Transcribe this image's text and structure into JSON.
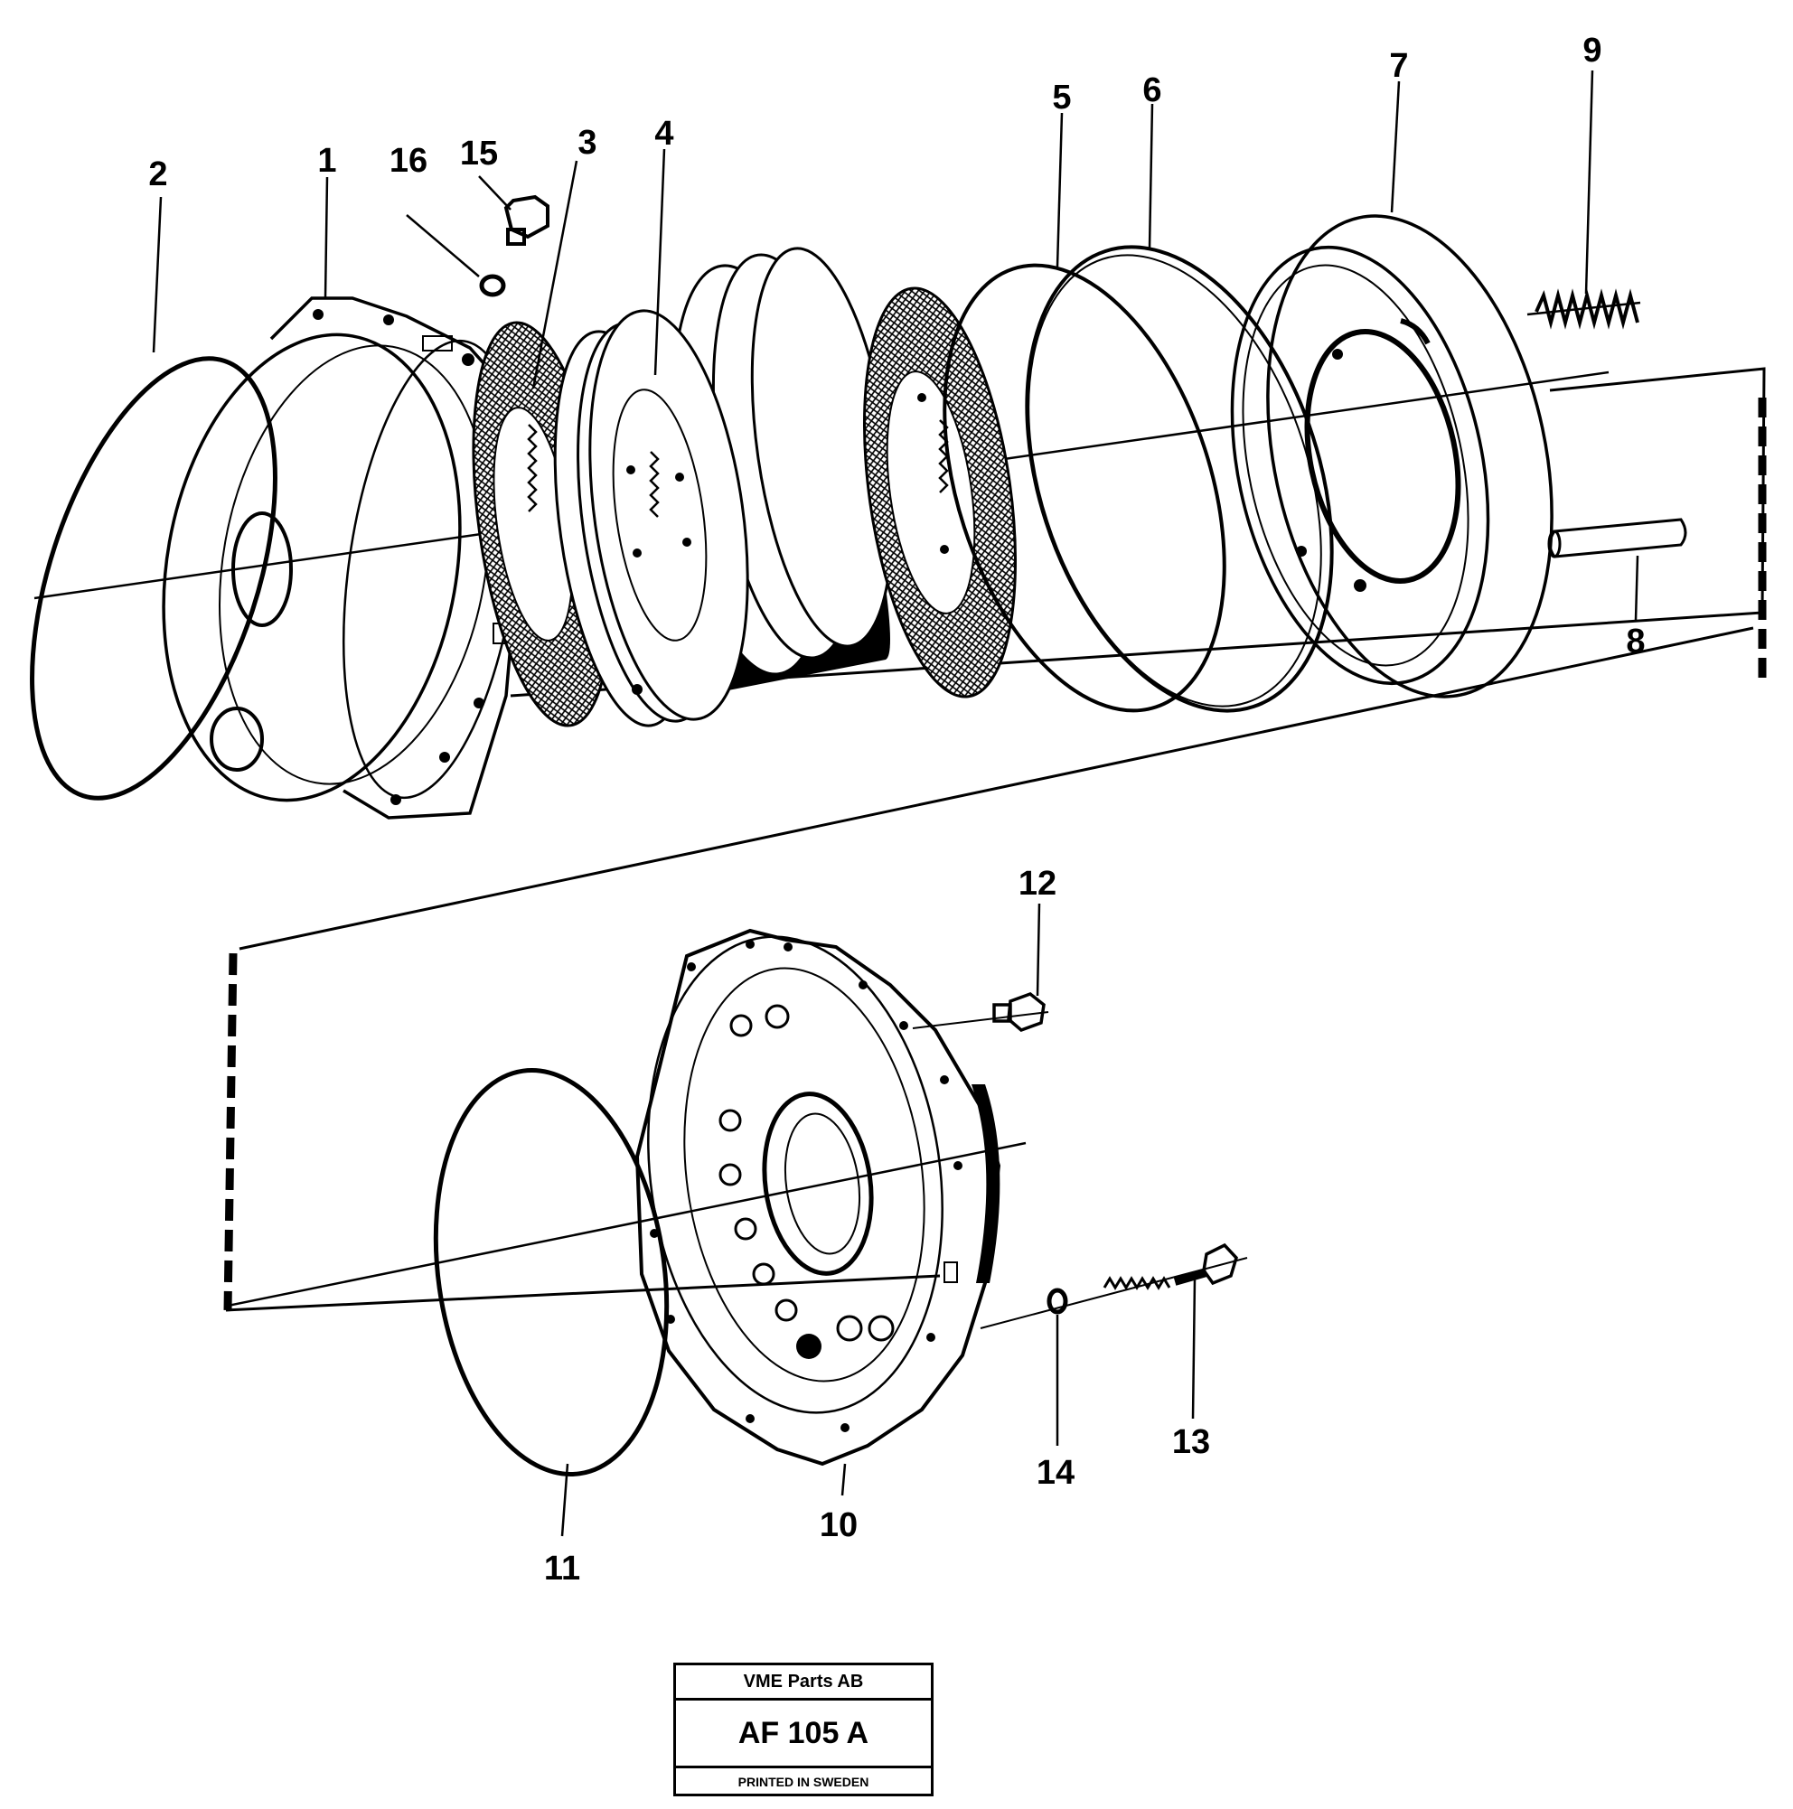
{
  "callouts": {
    "c1": "1",
    "c2": "2",
    "c3": "3",
    "c4": "4",
    "c5": "5",
    "c6": "6",
    "c7": "7",
    "c8": "8",
    "c9": "9",
    "c10": "10",
    "c11": "11",
    "c12": "12",
    "c13": "13",
    "c14": "14",
    "c15": "15",
    "c16": "16"
  },
  "stamp": {
    "company": "VME Parts AB",
    "code": "AF 105 A",
    "printed": "PRINTED IN SWEDEN"
  }
}
